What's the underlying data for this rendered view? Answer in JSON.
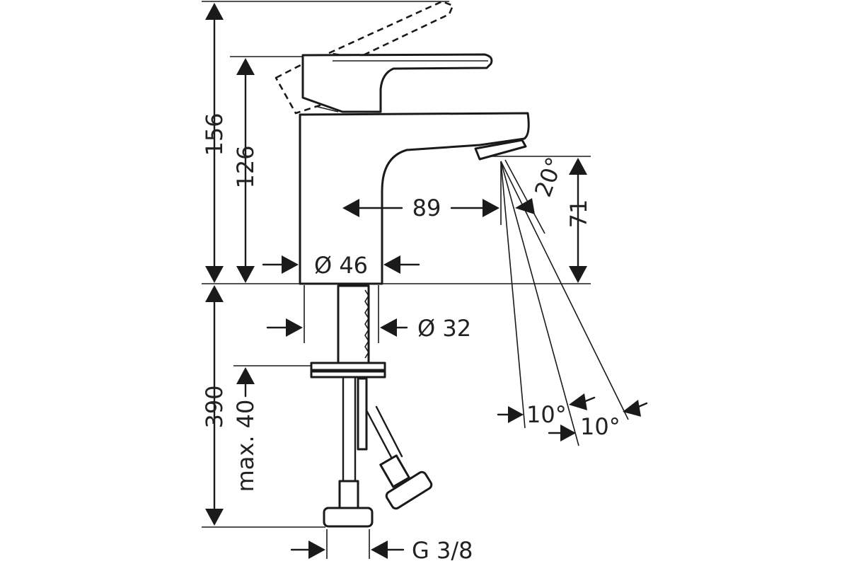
{
  "diagram": {
    "labels": {
      "total_height": "156",
      "spout_height": "126",
      "projection": "89",
      "spray_angle": "20°",
      "outlet_height": "71",
      "body_diameter": "Ø 46",
      "shank_diameter": "Ø 32",
      "below_counter": "390",
      "max_thickness": "max. 40",
      "angle_a": "10°",
      "angle_b": "10°",
      "connection": "G 3/8"
    },
    "colors": {
      "line": "#1a1a1a",
      "background": "#ffffff",
      "text": "#222222"
    }
  }
}
